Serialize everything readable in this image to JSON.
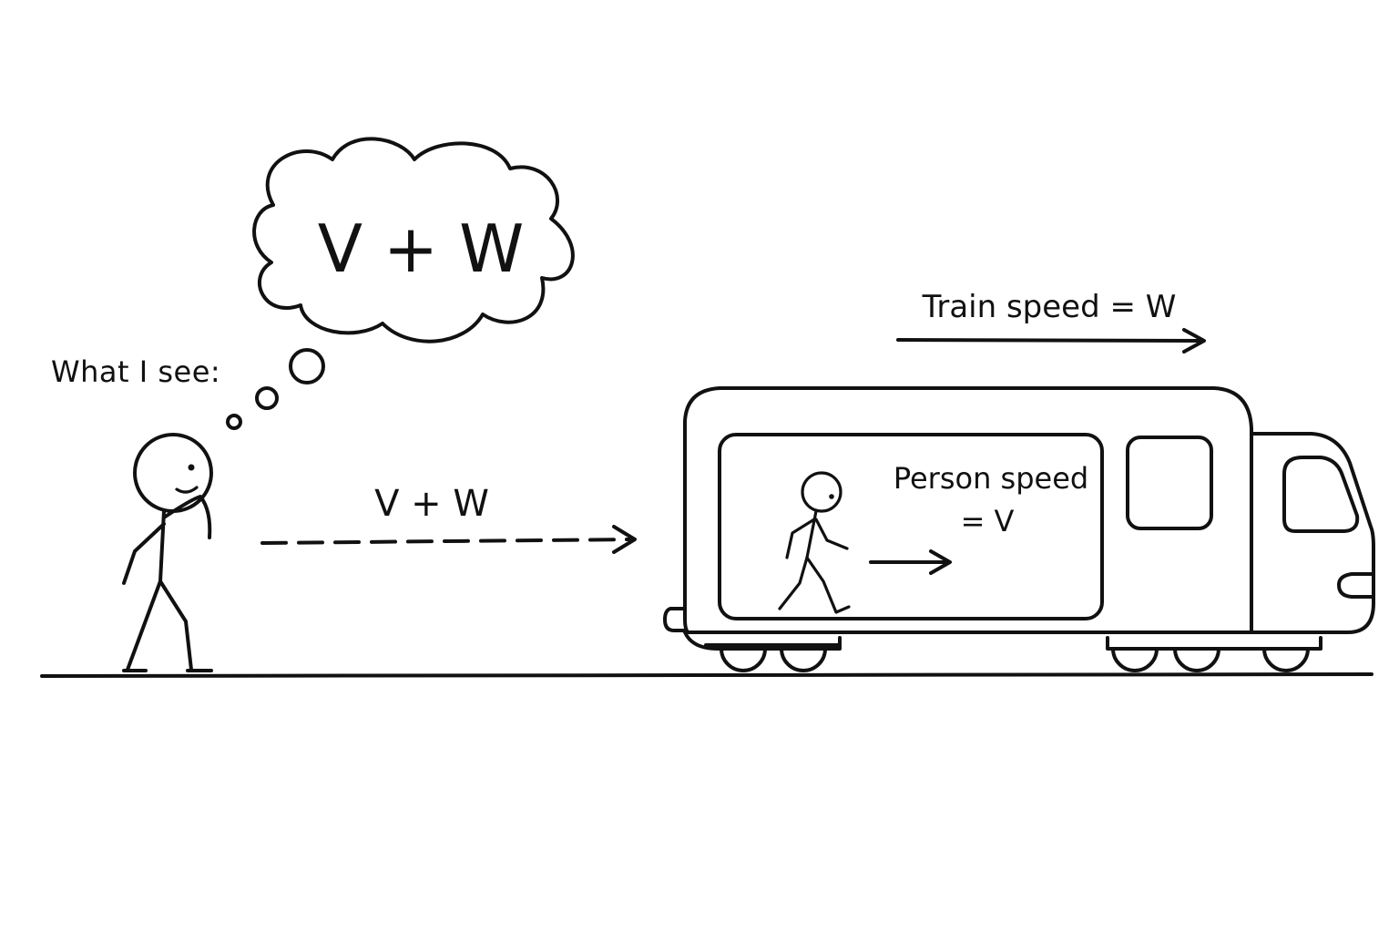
{
  "labels": {
    "what_i_see": "What I see:",
    "thought": "V + W",
    "observed_speed": "V + W",
    "train_speed": "Train speed = W",
    "person_speed_line1": "Person speed",
    "person_speed_line2": "= V"
  },
  "colors": {
    "ink": "#111111",
    "background": "#ffffff"
  },
  "icons": {
    "observer": "stick-figure-icon",
    "walker": "walking-stick-figure-icon",
    "train": "train-car-icon",
    "thought": "thought-bubble-icon"
  }
}
